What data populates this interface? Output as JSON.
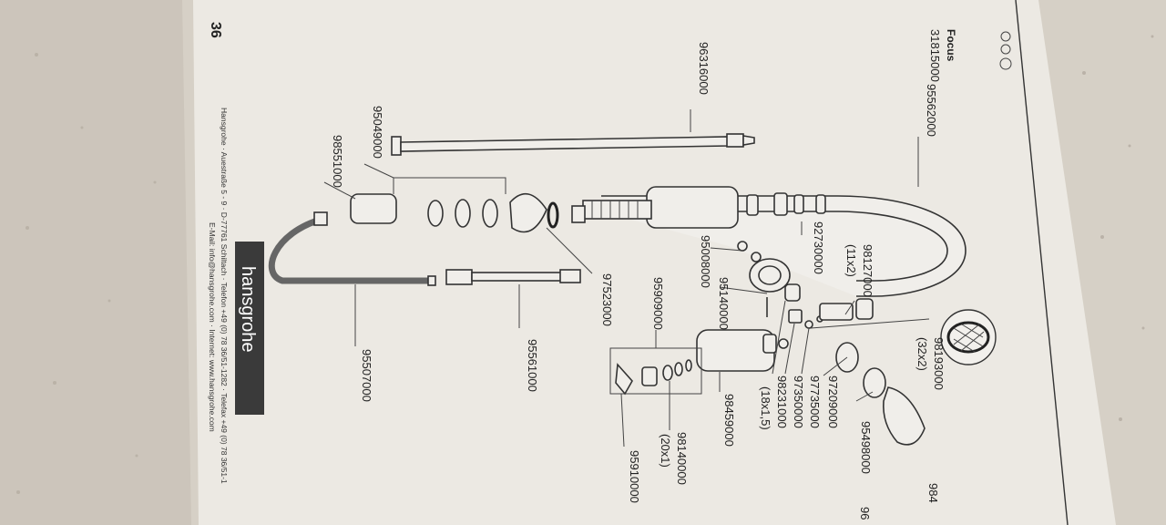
{
  "document": {
    "page_number": "36",
    "product_name": "Focus",
    "product_code": "31815000"
  },
  "part_labels": {
    "p95562000": "95562000",
    "p96316000": "96316000",
    "p95049000": "95049000",
    "p98551000": "98551000",
    "p92730000": "92730000",
    "p98127000": "98127000",
    "p98127000_size": "(11x2)",
    "p95008000": "95008000",
    "p95140000": "95140000",
    "p95909000": "95909000",
    "p97523000": "97523000",
    "p95561000": "95561000",
    "p95507000": "95507000",
    "p98193000": "98193000",
    "p98193000_size": "(32x2)",
    "p97209000": "97209000",
    "p97735000": "97735000",
    "p97350000": "97350000",
    "p98231000": "98231000",
    "p98231000_size": "(18x1,5)",
    "p95498000": "95498000",
    "p98459000": "98459000",
    "p98140000": "98140000",
    "p98140000_size": "(20x1)",
    "p95910000": "95910000",
    "p_partial_98": "984",
    "p_partial_96": "96"
  },
  "footer": {
    "brand": "hansgrohe",
    "address": "Hansgrohe · Auestraße 5 - 9 · D-77761 Schiltach · Telefon +49 (0) 78 36/51-1282 · Telefax +49 (0) 78 36/51-1",
    "contact": "E-Mail: info@hansgrohe.com · Internet: www.hansgrohe.com"
  },
  "colors": {
    "background": "#d8d2c8",
    "paper": "#ece9e3",
    "ink": "#333333",
    "brand_block": "#3a3a3a"
  }
}
